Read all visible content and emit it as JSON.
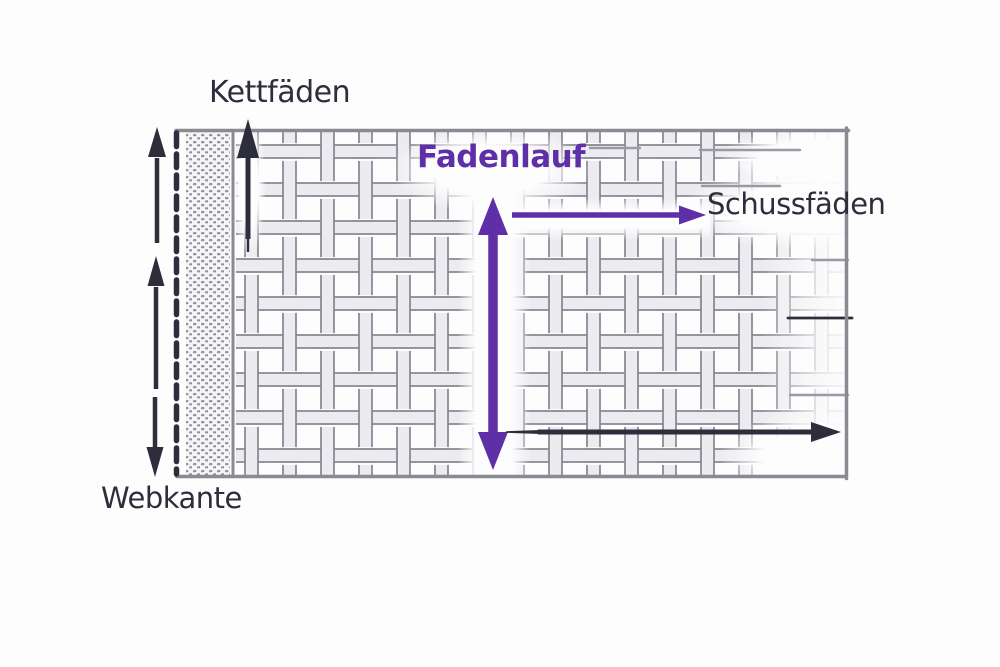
{
  "labels": {
    "kettfaeden": "Kettfäden",
    "fadenlauf": "Fadenlauf",
    "schussfaeden": "Schussfäden",
    "webkante": "Webkante"
  },
  "colors": {
    "ink": "#2d2d3c",
    "purple": "#5e2fa6",
    "border": "#8a8a92",
    "weave-edge": "#85858f",
    "weave-fill": "#ececf0",
    "selvage-dot": "#91919d",
    "selvage-bg": "#f5f5f7",
    "streak": "#9a9aa4",
    "background": "#fdfdfe"
  }
}
